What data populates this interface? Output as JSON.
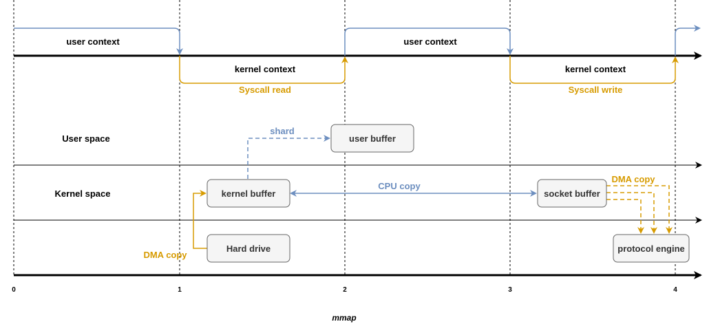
{
  "title": "mmap",
  "timeline": {
    "ticks": [
      "0",
      "1",
      "2",
      "3",
      "4"
    ]
  },
  "contexts": {
    "user_1": "user context",
    "user_2": "user context",
    "kernel_1": "kernel context",
    "kernel_2": "kernel context",
    "syscall_read": "Syscall read",
    "syscall_write": "Syscall write"
  },
  "regions": {
    "user_space": "User space",
    "kernel_space": "Kernel space"
  },
  "boxes": {
    "user_buffer": "user buffer",
    "kernel_buffer": "kernel buffer",
    "socket_buffer": "socket buffer",
    "hard_drive": "Hard drive",
    "protocol_engine": "protocol engine"
  },
  "edges": {
    "shard": "shard",
    "cpu_copy": "CPU copy",
    "dma_copy_in": "DMA copy",
    "dma_copy_out": "DMA copy"
  },
  "colors": {
    "user_flow": "#6c8ebf",
    "kernel_flow": "#d79b00",
    "box_fill": "#f5f5f5",
    "box_stroke": "#666666"
  }
}
